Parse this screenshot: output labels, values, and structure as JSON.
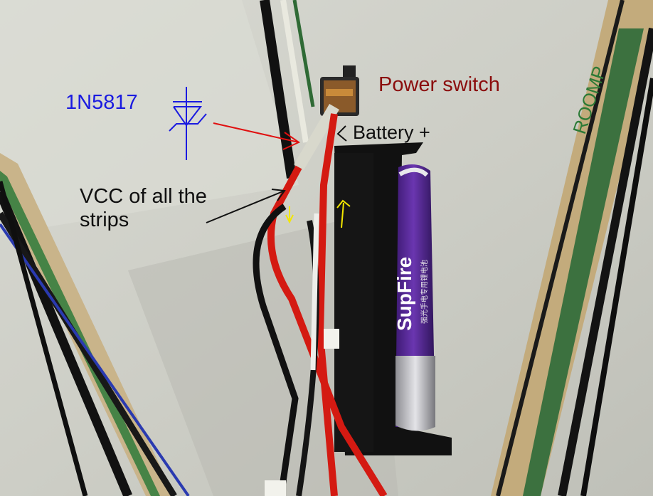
{
  "annotations": {
    "diode_label": "1N5817",
    "power_switch_label": "Power switch",
    "battery_plus_label": "Battery +",
    "vcc_label": "VCC of all the strips"
  },
  "battery": {
    "brand": "SupFire",
    "subtitle": "强光手电专用锂电池"
  },
  "tape": {
    "marking": "ROOMP"
  },
  "colors": {
    "wall": "#cfd0c8",
    "diode_annotation": "#1a1ae0",
    "power_switch_annotation": "#8b0d0d",
    "annotation_arrow_red": "#e01010",
    "annotation_arrow_yellow": "#f2e600",
    "wire_red": "#d41a12",
    "battery_wrap": "#5a2a9a"
  }
}
